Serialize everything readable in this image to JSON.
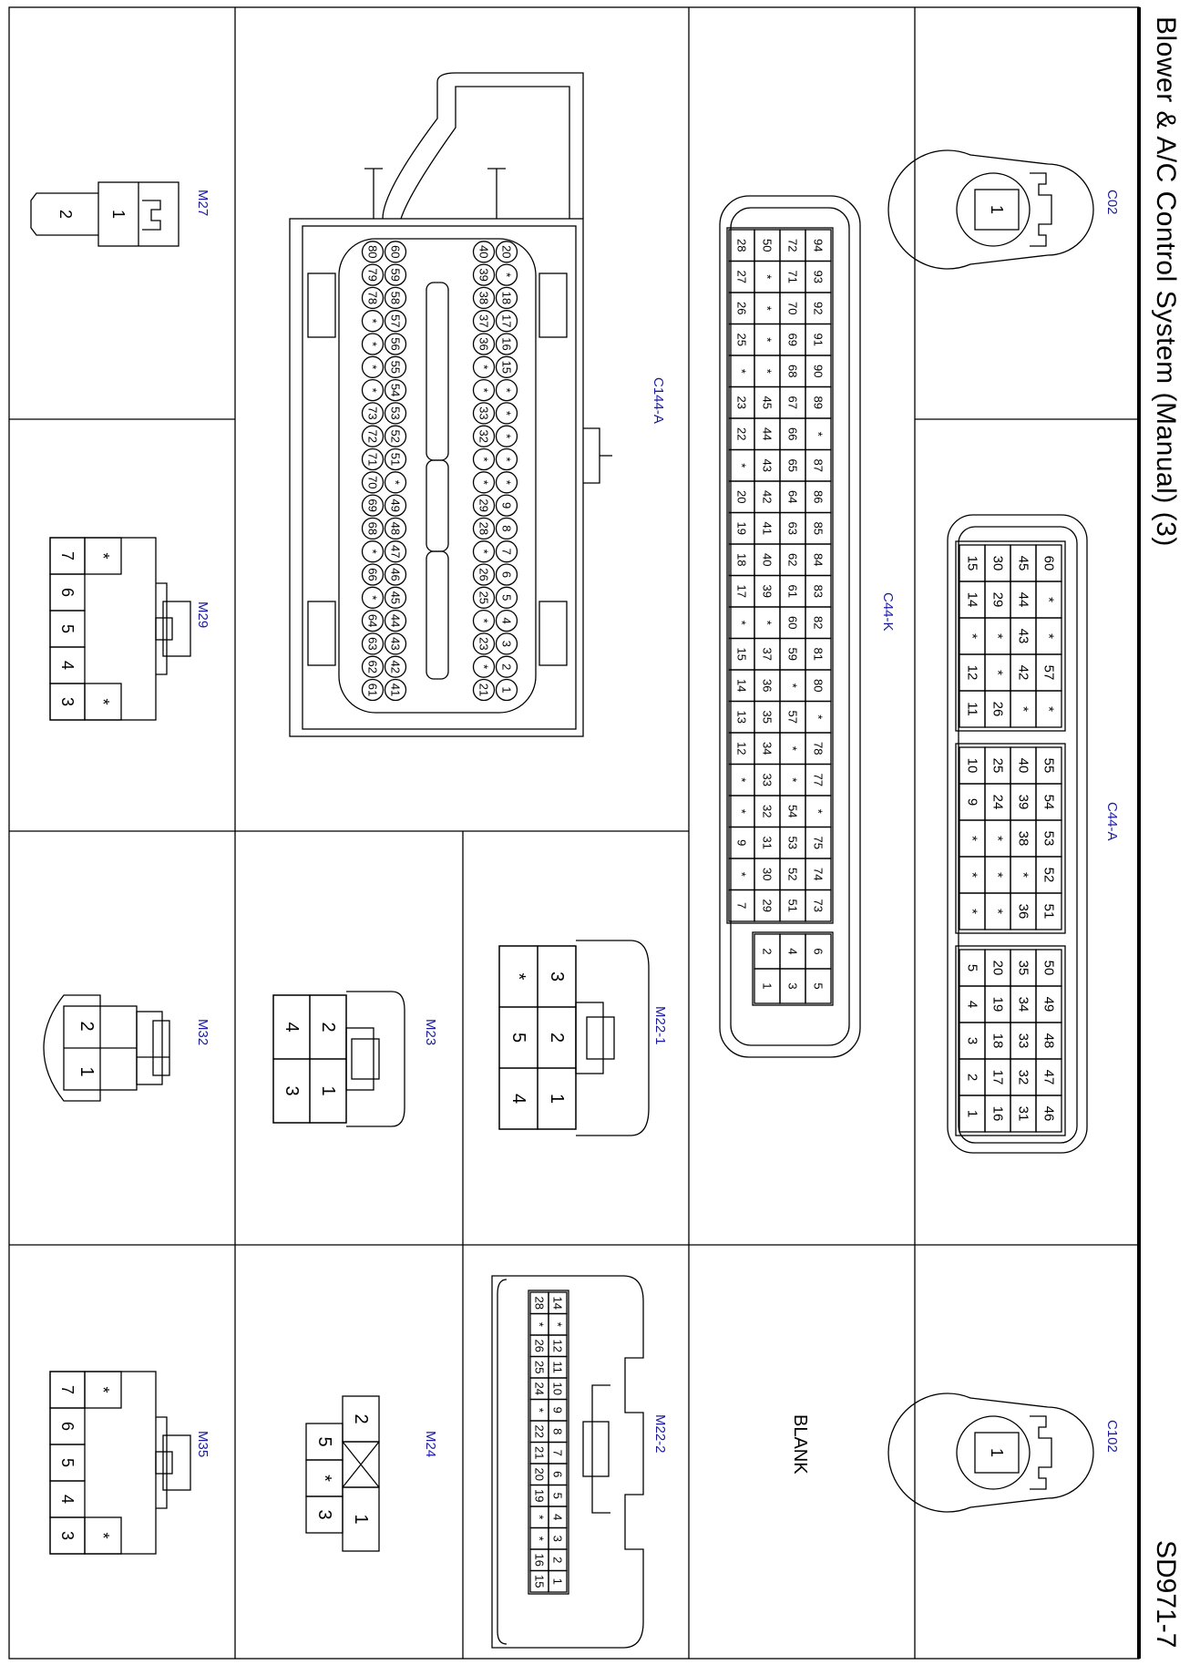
{
  "header": {
    "title": "Blower & A/C Control System (Manual) (3)",
    "page_id": "SD971-7"
  },
  "cells": {
    "blank_label": "BLANK"
  },
  "connectors": {
    "C02": {
      "label": "C02",
      "pins": [
        "1"
      ]
    },
    "C102": {
      "label": "C102",
      "pins": [
        "1"
      ]
    },
    "C44A": {
      "label": "C44-A",
      "rows": [
        [
          "60",
          "*",
          "*",
          "57",
          "*",
          "55",
          "54",
          "53",
          "52",
          "51",
          "50",
          "49",
          "48",
          "47",
          "46"
        ],
        [
          "45",
          "44",
          "43",
          "42",
          "*",
          "40",
          "39",
          "38",
          "*",
          "36",
          "35",
          "34",
          "33",
          "32",
          "31"
        ],
        [
          "30",
          "29",
          "*",
          "*",
          "26",
          "25",
          "24",
          "*",
          "*",
          "*",
          "20",
          "19",
          "18",
          "17",
          "16"
        ],
        [
          "15",
          "14",
          "*",
          "12",
          "11",
          "10",
          "9",
          "*",
          "*",
          "*",
          "5",
          "4",
          "3",
          "2",
          "1"
        ]
      ]
    },
    "C44K": {
      "label": "C44-K",
      "rows": [
        [
          "94",
          "93",
          "92",
          "91",
          "90",
          "89",
          "*",
          "87",
          "86",
          "85",
          "84",
          "83",
          "82",
          "81",
          "80",
          "*",
          "78",
          "77",
          "*",
          "75",
          "74",
          "73"
        ],
        [
          "72",
          "71",
          "70",
          "69",
          "68",
          "67",
          "66",
          "65",
          "64",
          "63",
          "62",
          "61",
          "60",
          "59",
          "*",
          "57",
          "*",
          "*",
          "54",
          "53",
          "52",
          "51"
        ],
        [
          "50",
          "*",
          "*",
          "*",
          "*",
          "45",
          "44",
          "43",
          "42",
          "41",
          "40",
          "39",
          "*",
          "37",
          "36",
          "35",
          "34",
          "33",
          "32",
          "31",
          "30",
          "29"
        ],
        [
          "28",
          "27",
          "26",
          "25",
          "*",
          "23",
          "22",
          "*",
          "20",
          "19",
          "18",
          "17",
          "*",
          "15",
          "14",
          "13",
          "12",
          "*",
          "*",
          "9",
          "*",
          "7"
        ]
      ],
      "extra": [
        [
          "6",
          "5"
        ],
        [
          "4",
          "3"
        ],
        [
          "2",
          "1"
        ]
      ]
    },
    "C144A": {
      "label": "C144-A",
      "rows": [
        [
          "1",
          "2",
          "3",
          "4",
          "5",
          "6",
          "7",
          "8",
          "9",
          "*",
          "*",
          "*",
          "*",
          "*",
          "15",
          "16",
          "17",
          "18",
          "*",
          "20"
        ],
        [
          "21",
          "*",
          "23",
          "*",
          "25",
          "26",
          "*",
          "28",
          "29",
          "*",
          "*",
          "32",
          "33",
          "*",
          "*",
          "36",
          "37",
          "38",
          "39",
          "40"
        ],
        [
          "41",
          "42",
          "43",
          "44",
          "45",
          "46",
          "47",
          "48",
          "49",
          "*",
          "51",
          "52",
          "53",
          "54",
          "55",
          "56",
          "57",
          "58",
          "59",
          "60"
        ],
        [
          "61",
          "62",
          "63",
          "64",
          "*",
          "66",
          "*",
          "68",
          "69",
          "70",
          "71",
          "72",
          "73",
          "*",
          "*",
          "*",
          "*",
          "78",
          "79",
          "80"
        ]
      ]
    },
    "M27": {
      "label": "M27",
      "pins": [
        "1",
        "2"
      ]
    },
    "M29": {
      "label": "M29",
      "rows": [
        [
          "*",
          "4",
          "3"
        ],
        [
          "*",
          "6",
          "5",
          "4",
          "3",
          "*"
        ],
        [
          "7",
          "6",
          "5",
          "4",
          "3"
        ]
      ],
      "grid": [
        [
          "*",
          "",
          "",
          "",
          "*"
        ],
        [
          "7",
          "6",
          "5",
          "4",
          "3"
        ]
      ]
    },
    "M32": {
      "label": "M32",
      "pins": [
        "2",
        "1"
      ]
    },
    "M23": {
      "label": "M23",
      "grid": [
        [
          "2",
          "1"
        ],
        [
          "4",
          "3"
        ]
      ]
    },
    "M22_1": {
      "label": "M22-1",
      "grid": [
        [
          "3",
          "2",
          "1"
        ],
        [
          "*",
          "5",
          "4"
        ]
      ]
    },
    "M35": {
      "label": "M35",
      "grid": [
        [
          "*",
          "",
          "",
          "",
          "*"
        ],
        [
          "7",
          "6",
          "5",
          "4",
          "3"
        ]
      ]
    },
    "M24": {
      "label": "M24",
      "grid": [
        [
          "2",
          "",
          "1"
        ],
        [
          "5",
          "*",
          "3"
        ]
      ]
    },
    "M22_2": {
      "label": "M22-2",
      "rows": [
        [
          "14",
          "*",
          "12",
          "11",
          "10",
          "9",
          "8",
          "7",
          "6",
          "5",
          "4",
          "3",
          "2",
          "1"
        ],
        [
          "28",
          "*",
          "26",
          "25",
          "24",
          "*",
          "22",
          "21",
          "20",
          "19",
          "*",
          "*",
          "16",
          "15"
        ]
      ]
    }
  }
}
